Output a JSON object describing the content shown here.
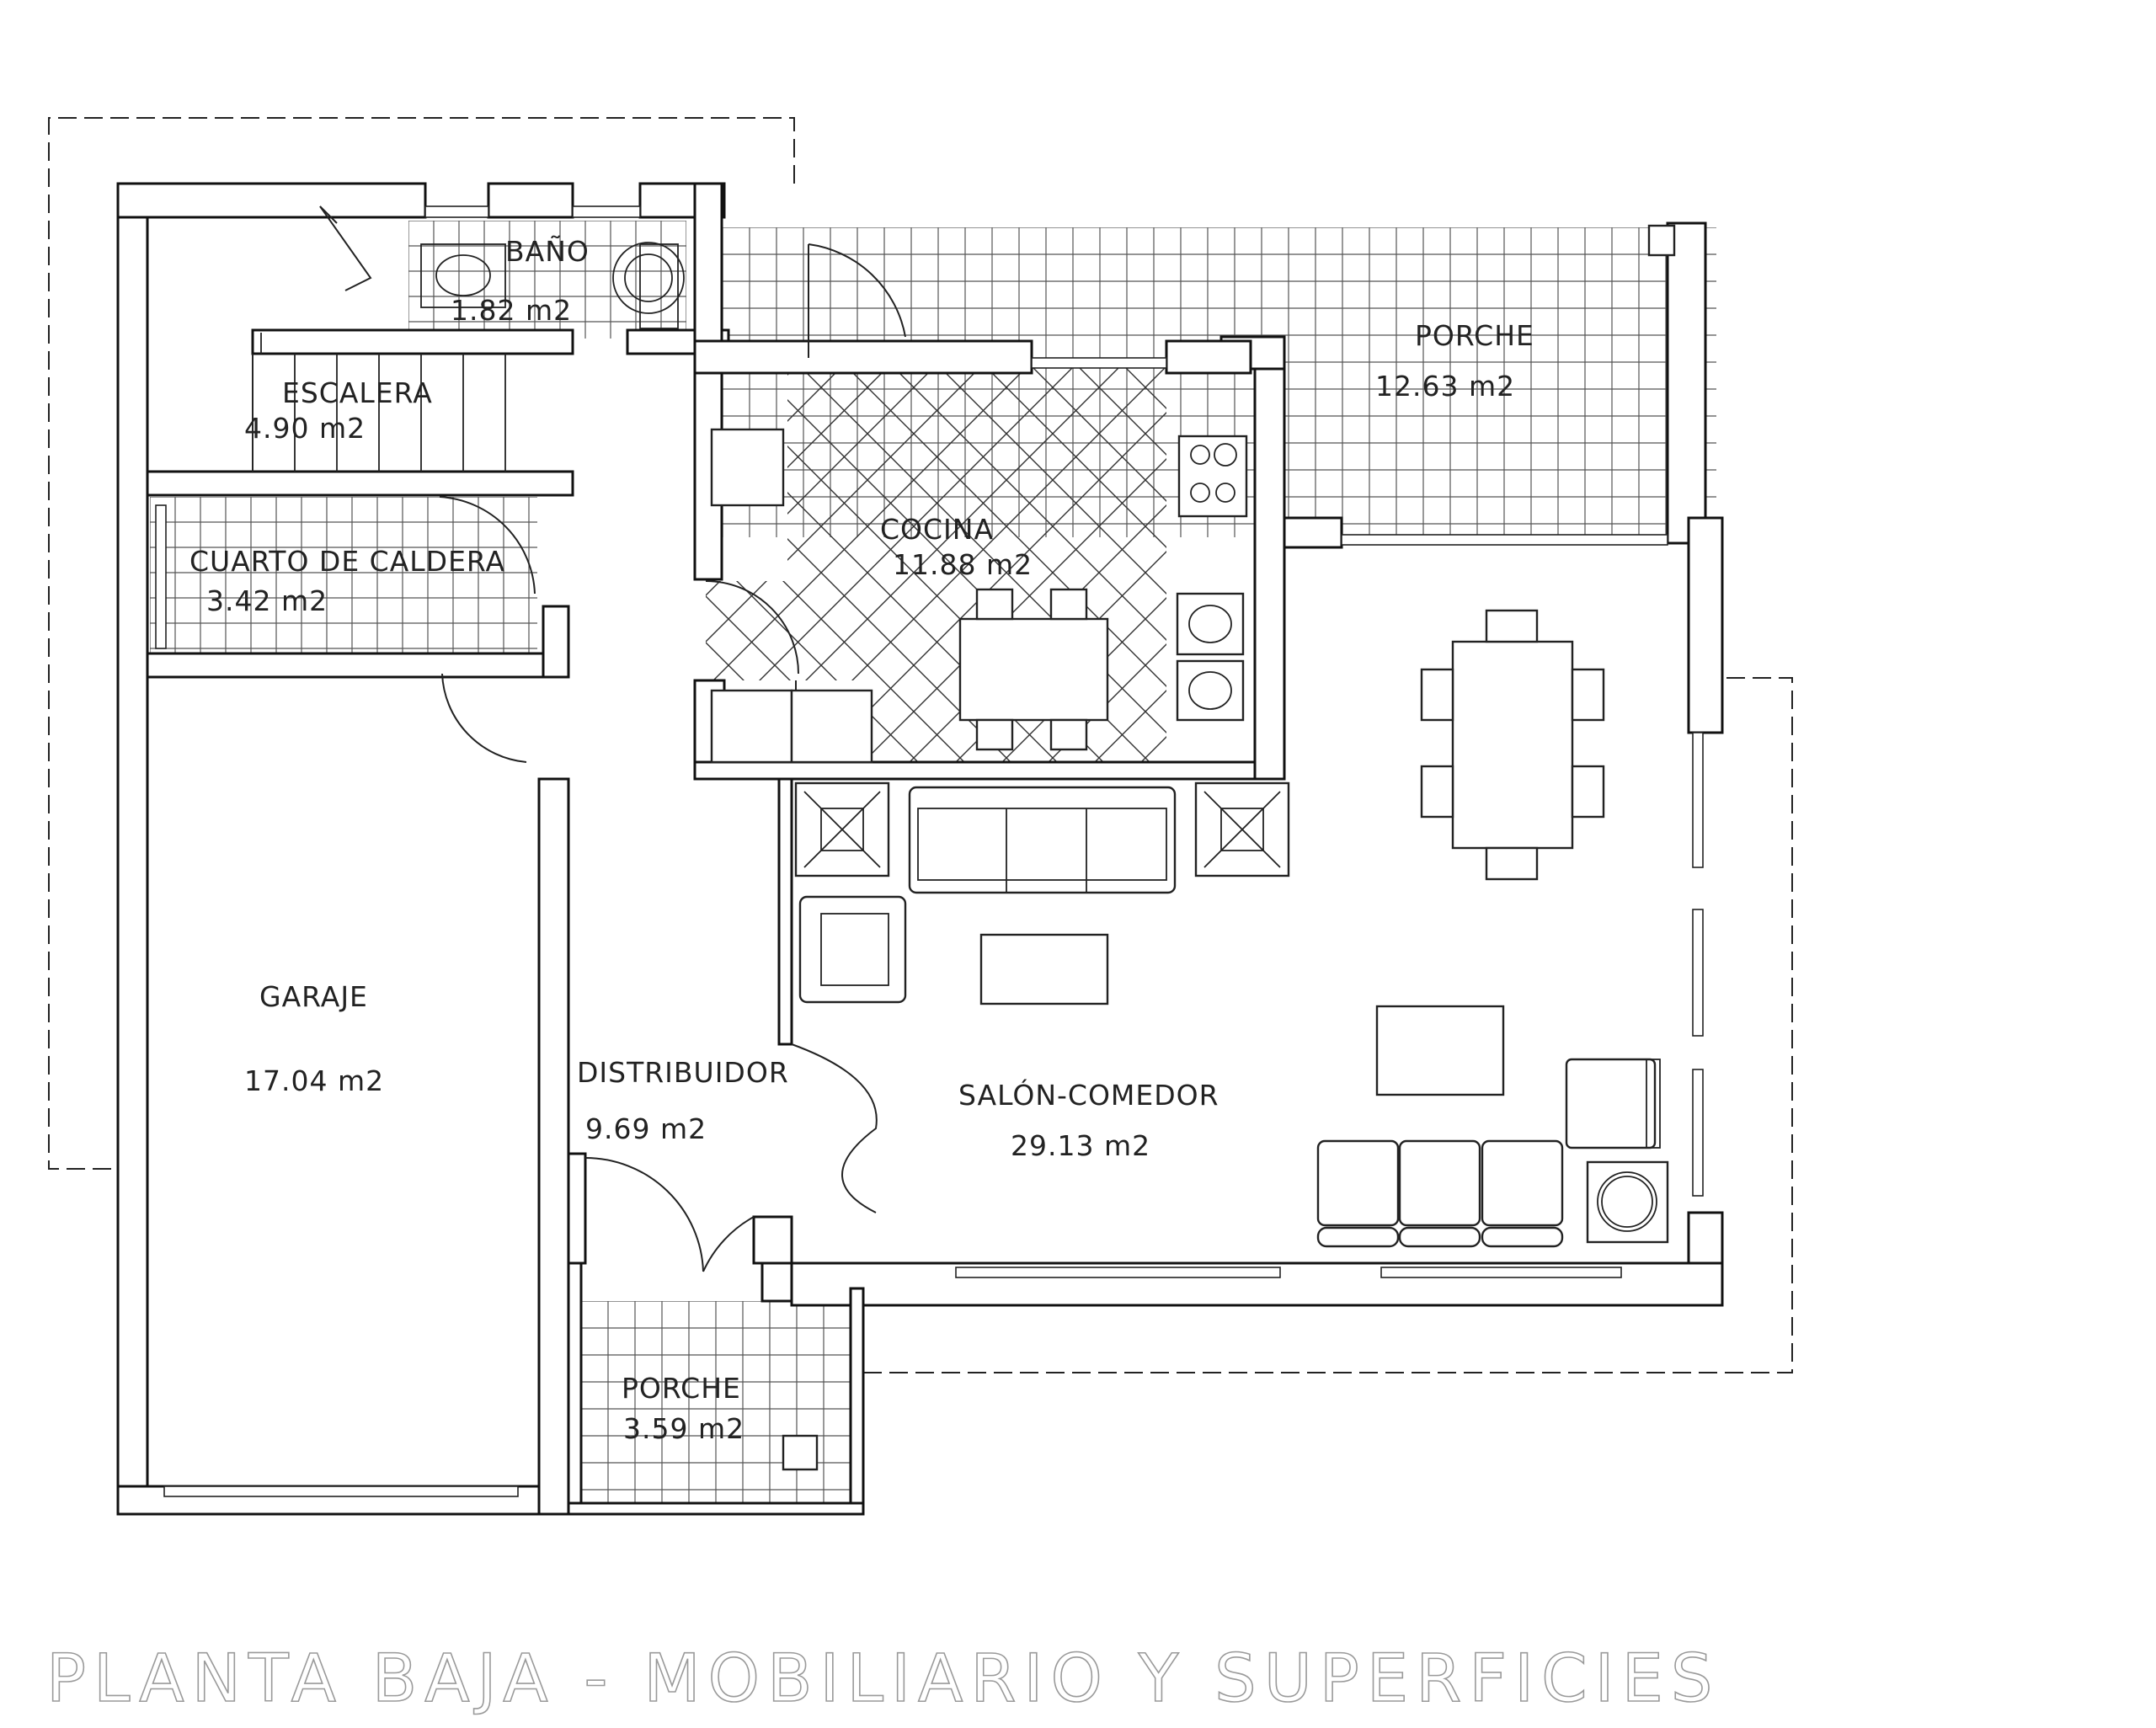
{
  "plan_title": "PLANTA BAJA - MOBILIARIO Y SUPERFICIES",
  "rooms": {
    "bano": {
      "name": "BAÑO",
      "area": "1.82 m2"
    },
    "escalera": {
      "name": "ESCALERA",
      "area": "4.90 m2"
    },
    "cuarto_caldera": {
      "name": "CUARTO DE CALDERA",
      "area": "3.42 m2"
    },
    "garaje": {
      "name": "GARAJE",
      "area": "17.04 m2"
    },
    "distribuidor": {
      "name": "DISTRIBUIDOR",
      "area": "9.69 m2"
    },
    "porche_sur": {
      "name": "PORCHE",
      "area": "3.59 m2"
    },
    "cocina": {
      "name": "COCINA",
      "area": "11.88 m2"
    },
    "porche_norte": {
      "name": "PORCHE",
      "area": "12.63 m2"
    },
    "salon_comedor": {
      "name": "SALÓN-COMEDOR",
      "area": "29.13 m2"
    }
  }
}
